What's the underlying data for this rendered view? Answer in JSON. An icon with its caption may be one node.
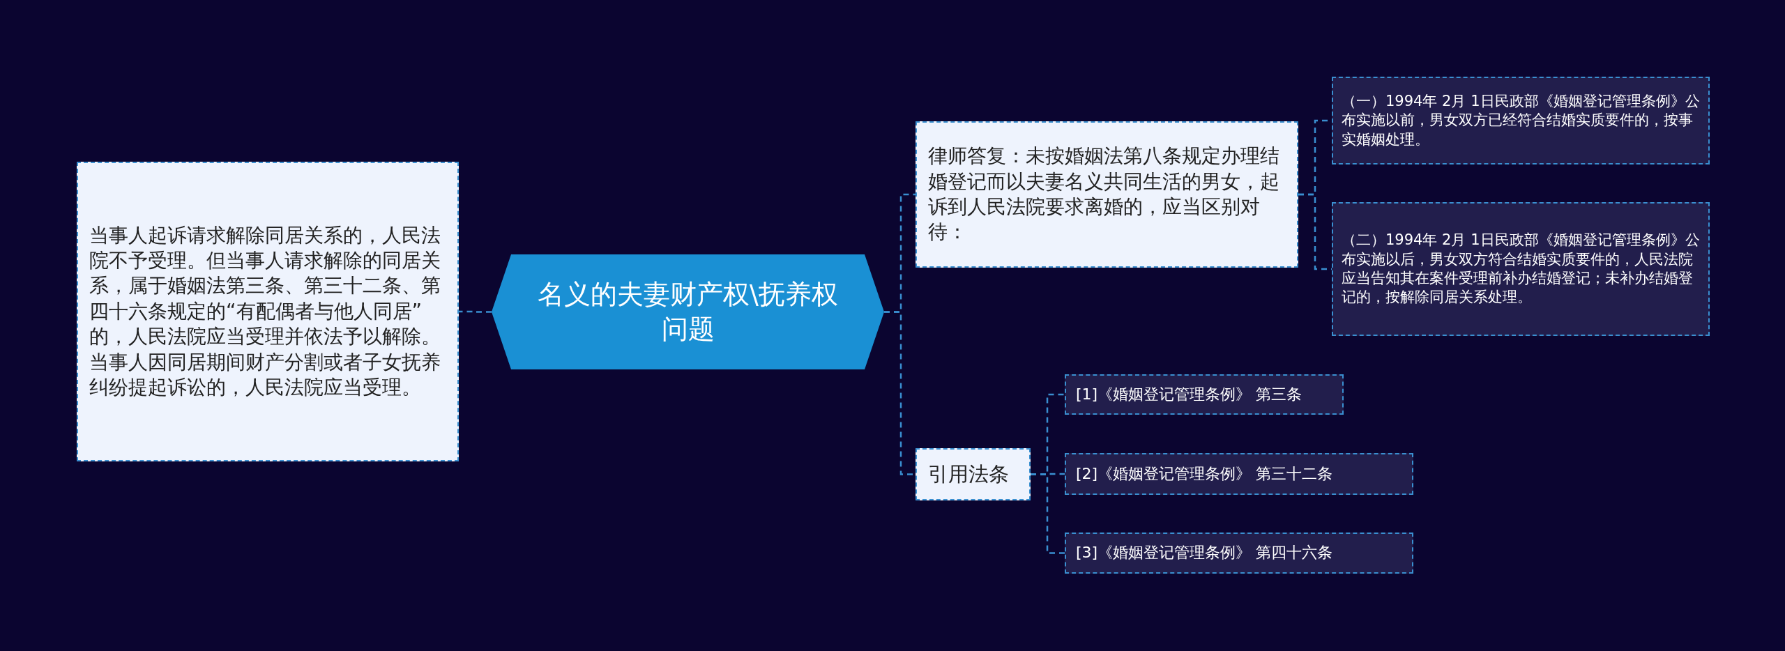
{
  "diagram": {
    "nodes": [
      {
        "text": [
          "名义的夫妻财产权\\抚养权问题"
        ]
      },
      {
        "text": [
          "当事人起诉请求解除同居关系的，人民法院不予受理。但当事人请求解除的同居关系，属于婚姻法第三条、第三十二条、第四十六条规定的“有配偶者与他人同居” 的，人民法院应当受理并依法予以解除。当事人因同居期间财产分割或者子女抚养纠纷提起诉讼的，人民法院应当受理。"
        ]
      },
      {
        "text": [
          "律师答复：未按婚姻法第八条规定办理结婚登记而以夫妻名义共同生活的男女，起诉到人民法院要求离婚的，应当区别对待："
        ]
      },
      {
        "text": [
          "（一）1994年 2月 1日民政部《婚姻登记管理条例》公布实施以前，男女双方已经符合结婚实质要件的，按事实婚姻处理。"
        ]
      },
      {
        "text": [
          "（二）1994年 2月 1日民政部《婚姻登记管理条例》公布实施以后，男女双方符合结婚实质要件的，人民法院应当告知其在案件受理前补办结婚登记；未补办结婚登记的，按解除同居关系处理。"
        ]
      },
      {
        "text": [
          "引用法条"
        ]
      },
      {
        "text": [
          "[1]《婚姻登记管理条例》 第三条"
        ]
      },
      {
        "text": [
          "[2]《婚姻登记管理条例》 第三十二条"
        ]
      },
      {
        "text": [
          "[3]《婚姻登记管理条例》 第四十六条"
        ]
      }
    ],
    "edges": [
      {
        "from": 0,
        "to": 1,
        "arrow": "none"
      },
      {
        "from": 0,
        "to": 2,
        "arrow": "none"
      },
      {
        "from": 2,
        "to": 3,
        "arrow": "none"
      },
      {
        "from": 2,
        "to": 4,
        "arrow": "none"
      },
      {
        "from": 0,
        "to": 5,
        "arrow": "none"
      },
      {
        "from": 5,
        "to": 6,
        "arrow": "none"
      },
      {
        "from": 5,
        "to": 7,
        "arrow": "none"
      },
      {
        "from": 5,
        "to": 8,
        "arrow": "none"
      }
    ]
  }
}
